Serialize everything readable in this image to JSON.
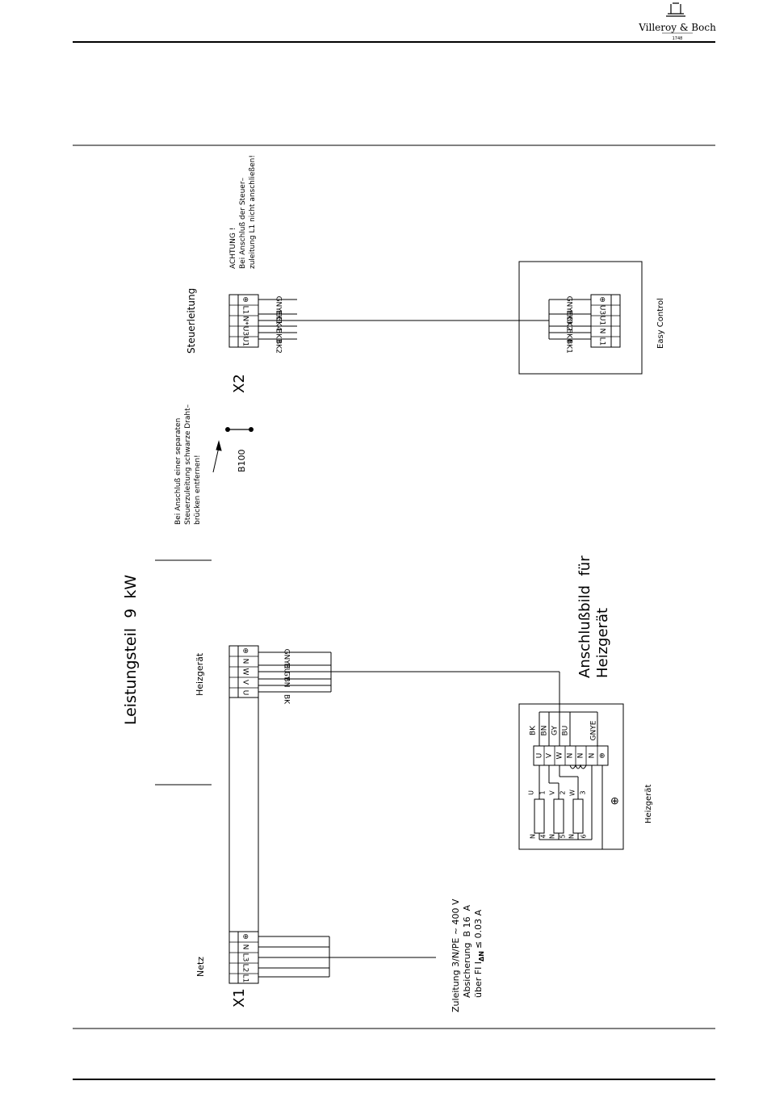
{
  "header": {
    "brand": "Villeroy & Boch",
    "year": "1748"
  },
  "title": "Leistungsteil  9  kW",
  "connection_title": [
    "Anschlußbild  für",
    "Heizgerät"
  ],
  "x2": {
    "id": "X2",
    "label": "Steuerleitung",
    "terminals": [
      "⊕",
      "L1",
      "N*",
      "U3",
      "U1"
    ],
    "wires": [
      "GNYE",
      "BK1",
      "BK4",
      "BK3",
      "BK2"
    ],
    "note": [
      "ACHTUNG !",
      "Bei Anschluß der Steuer–",
      "zuleitung L1 nicht anschließen!"
    ]
  },
  "easy_control": {
    "label": "Easy Control",
    "terminals": [
      "⊕",
      "U3",
      "U1",
      "N",
      "L1"
    ],
    "wires": [
      "GNYE",
      "BK3",
      "BK2",
      "BK4",
      "BK1"
    ]
  },
  "bridge": {
    "id": "B100",
    "note": [
      "Bei Anschluß einer separaten",
      "Steuerzuleitung schwarze Draht–",
      "brücken entfernen!"
    ]
  },
  "heater_terminal": {
    "label": "Heizgerät",
    "terminals": [
      "⊕",
      "N",
      "W",
      "V",
      "U"
    ],
    "wires": [
      "GNYE",
      "BU",
      "GY",
      "BN",
      "BK"
    ]
  },
  "heater_device": {
    "label": "Heizgerät",
    "wire_labels": [
      "BK",
      "BN",
      "GY",
      "BU",
      "GNYE"
    ],
    "terminals": [
      "U",
      "V",
      "W",
      "N",
      "N",
      "N",
      "⊕"
    ],
    "element_top_labels": [
      "U",
      "1",
      "V",
      "2",
      "W",
      "3"
    ],
    "element_bottom_labels": [
      "N",
      "4",
      "N",
      "5",
      "N",
      "6"
    ],
    "earth": "⊕"
  },
  "x1": {
    "id": "X1",
    "label": "Netz",
    "terminals": [
      "⊕",
      "N",
      "L3",
      "L2",
      "L1"
    ]
  },
  "supply_note": [
    "Zuleitung 3/N/PE ~ 400 V",
    "Absicherung  B 16  A",
    "über FI I",
    "ΔN",
    "≤ 0.03 A"
  ]
}
